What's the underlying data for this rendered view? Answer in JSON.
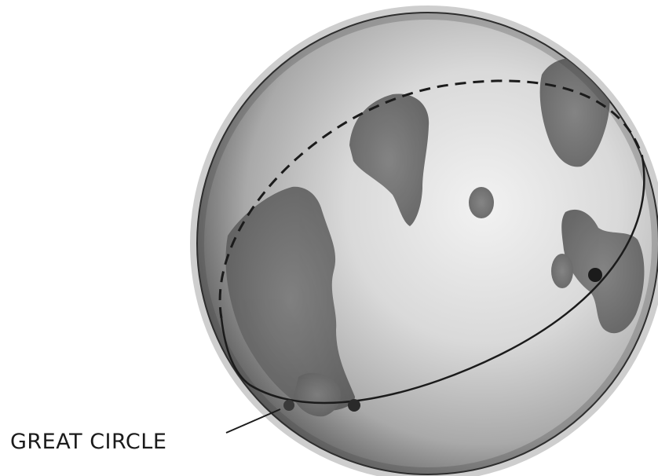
{
  "figure": {
    "label": "GREAT CIRCLE",
    "colors": {
      "ink": "#1b1b1b",
      "sphere_light": "#f2f2f2",
      "sphere_mid": "#bdbdbd",
      "sphere_dark": "#5a5a5a",
      "land": "#6d6d6d"
    },
    "markers": [
      "point-a",
      "point-b",
      "point-c"
    ]
  }
}
